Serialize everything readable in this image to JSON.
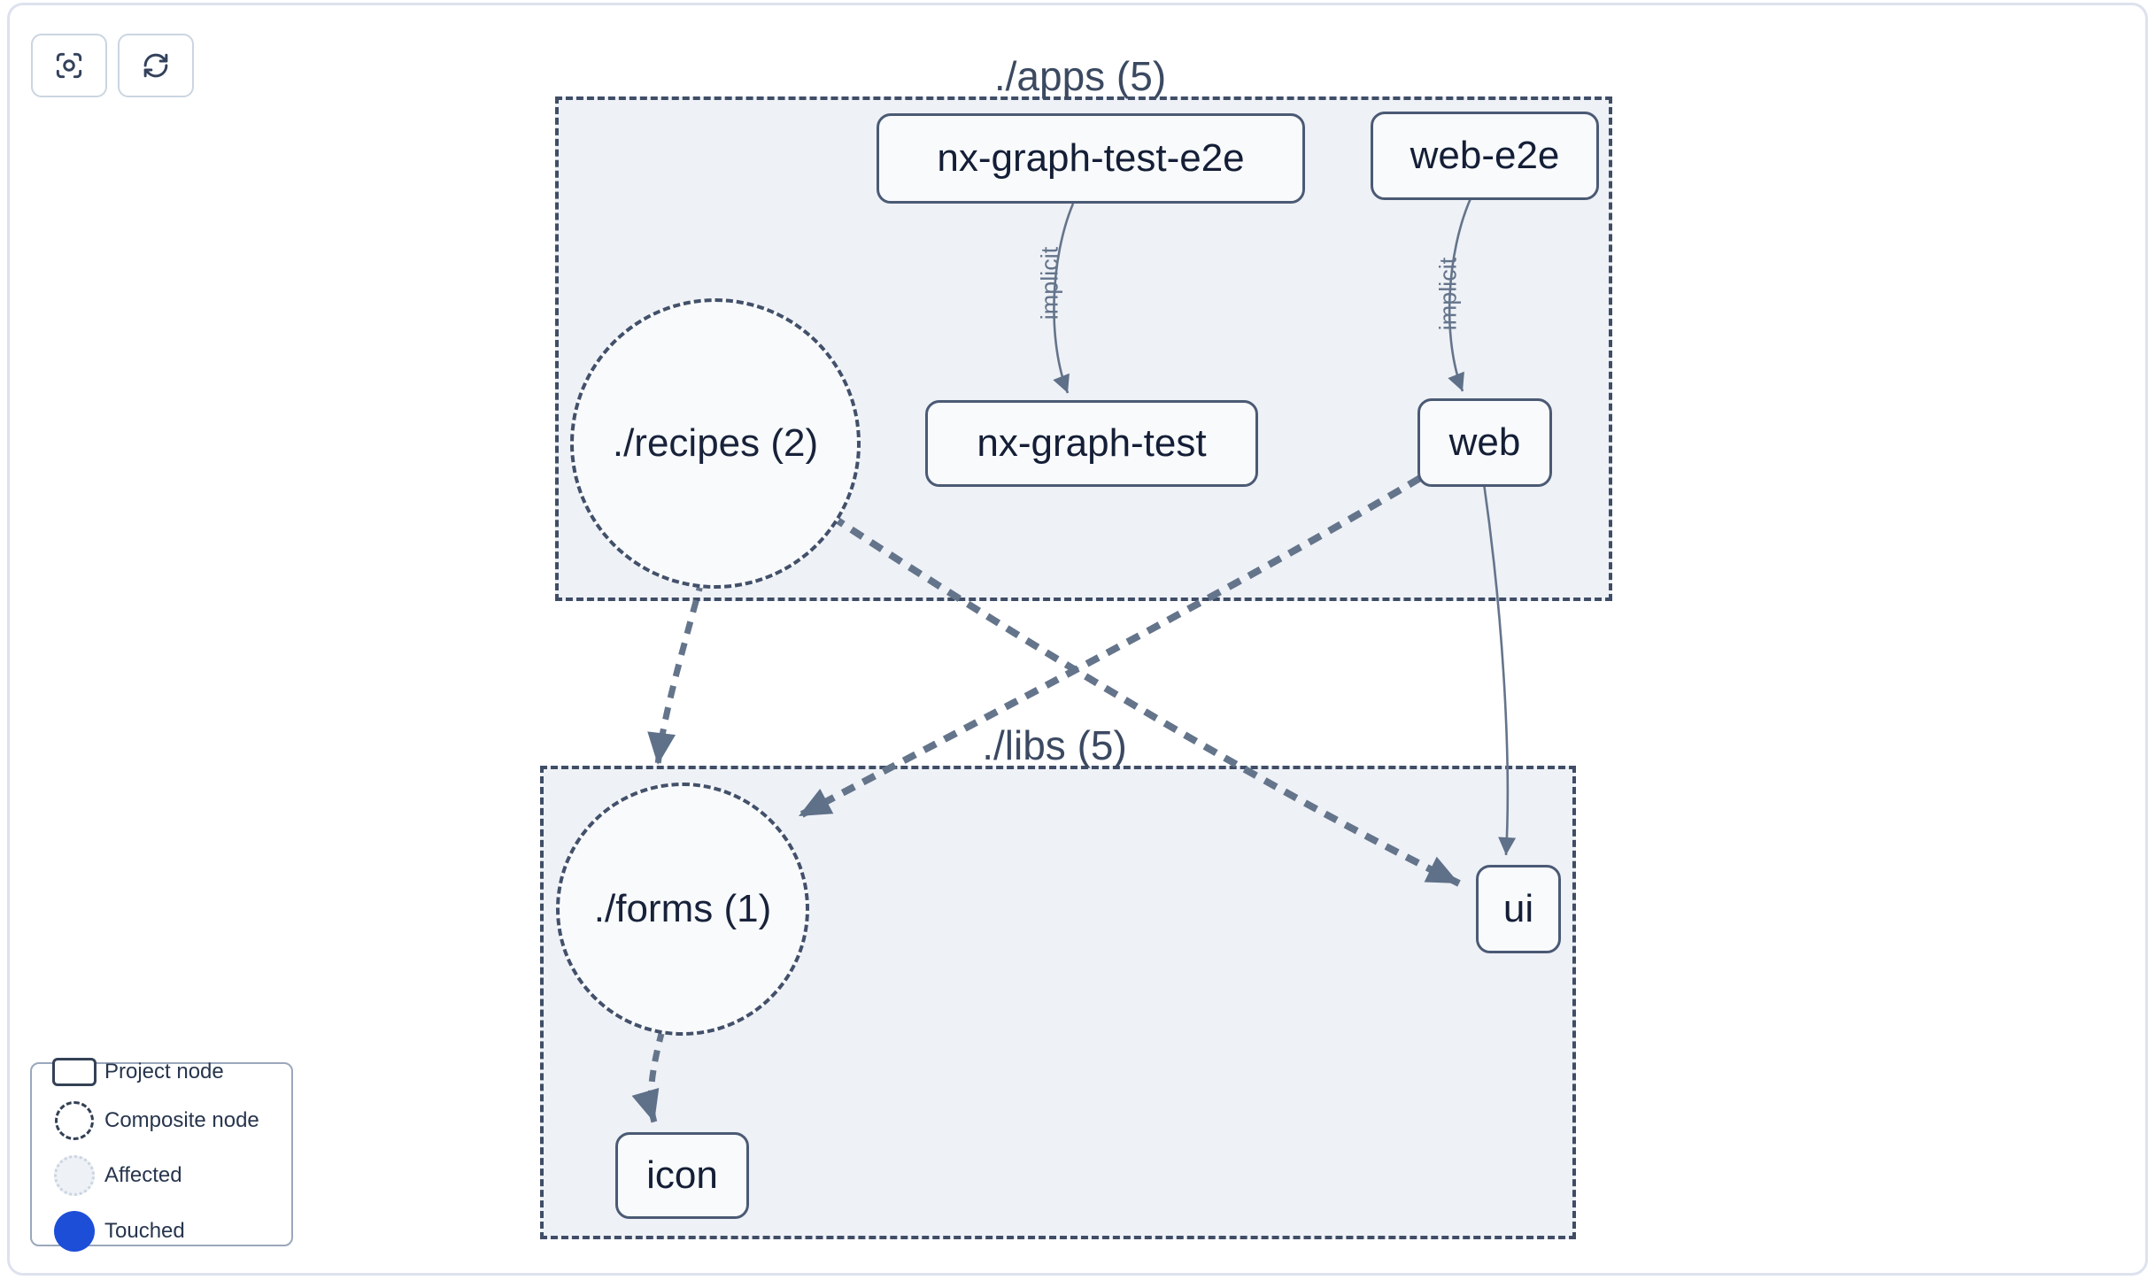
{
  "toolbar": {
    "buttons": [
      {
        "name": "focus",
        "icon": "focus-icon"
      },
      {
        "name": "refresh",
        "icon": "refresh-icon"
      }
    ]
  },
  "graph": {
    "groups": [
      {
        "id": "apps",
        "label": "./apps (5)"
      },
      {
        "id": "libs",
        "label": "./libs (5)"
      }
    ],
    "composite_nodes": [
      {
        "id": "recipes",
        "label": "./recipes (2)",
        "group": "apps"
      },
      {
        "id": "forms",
        "label": "./forms (1)",
        "group": "libs"
      }
    ],
    "project_nodes": [
      {
        "id": "nx-graph-test-e2e",
        "label": "nx-graph-test-e2e",
        "group": "apps"
      },
      {
        "id": "web-e2e",
        "label": "web-e2e",
        "group": "apps"
      },
      {
        "id": "nx-graph-test",
        "label": "nx-graph-test",
        "group": "apps"
      },
      {
        "id": "web",
        "label": "web",
        "group": "apps"
      },
      {
        "id": "ui",
        "label": "ui",
        "group": "libs"
      },
      {
        "id": "icon",
        "label": "icon",
        "group": "libs"
      }
    ],
    "edges": [
      {
        "from": "nx-graph-test-e2e",
        "to": "nx-graph-test",
        "label": "implicit",
        "style": "solid"
      },
      {
        "from": "web-e2e",
        "to": "web",
        "label": "implicit",
        "style": "solid"
      },
      {
        "from": "./recipes (2)",
        "to": "./forms (1)",
        "label": "",
        "style": "dashed"
      },
      {
        "from": "./recipes (2)",
        "to": "ui",
        "label": "",
        "style": "dashed"
      },
      {
        "from": "web",
        "to": "./forms (1)",
        "label": "",
        "style": "dashed"
      },
      {
        "from": "web",
        "to": "ui",
        "label": "",
        "style": "solid"
      },
      {
        "from": "./forms (1)",
        "to": "icon",
        "label": "",
        "style": "dashed"
      }
    ]
  },
  "legend": {
    "items": [
      {
        "label": "Project node",
        "swatch": "project-node"
      },
      {
        "label": "Composite node",
        "swatch": "composite-node"
      },
      {
        "label": "Affected",
        "swatch": "affected"
      },
      {
        "label": "Touched",
        "swatch": "touched"
      }
    ]
  },
  "colors": {
    "touched_blue": "#1d4ed8",
    "edge": "#64748b",
    "node_border": "#4b5a74",
    "group_border": "#3f4d66",
    "group_fill": "#eef1f6",
    "node_fill": "#f8fafc",
    "frame_border": "#dde2ee"
  }
}
